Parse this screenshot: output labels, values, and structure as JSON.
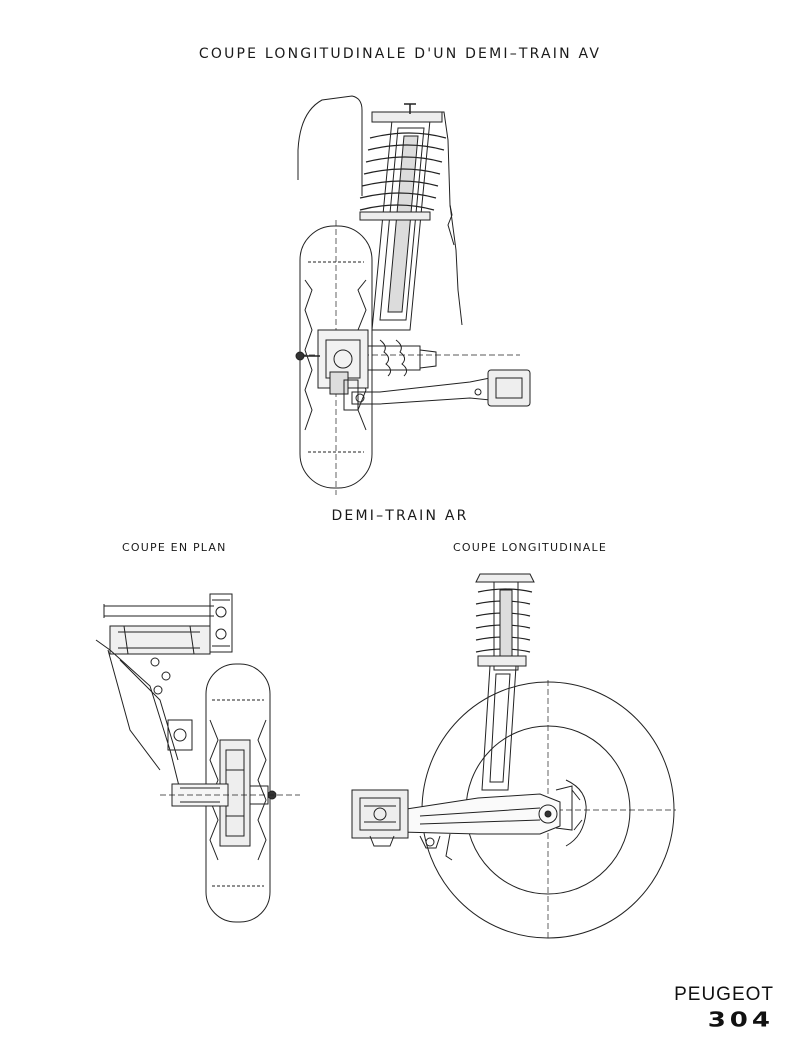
{
  "front": {
    "title": "COUPE LONGITUDINALE D'UN DEMI–TRAIN AV"
  },
  "rear": {
    "title": "DEMI–TRAIN AR",
    "left_view_label": "COUPE EN PLAN",
    "right_view_label": "COUPE LONGITUDINALE"
  },
  "brand": {
    "name": "PEUGEOT",
    "model": "304"
  }
}
